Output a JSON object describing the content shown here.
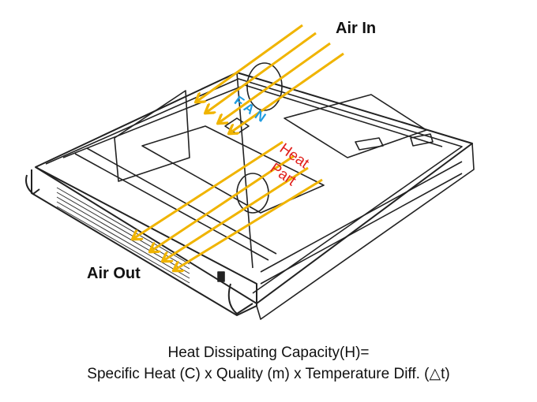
{
  "labels": {
    "air_in": "Air In",
    "air_out": "Air Out",
    "fan": "FAN",
    "heat": "Heat",
    "part": "Part"
  },
  "formula": {
    "line1": "Heat Dissipating Capacity(H)=",
    "line2": "Specific Heat (C) x Quality (m) x Temperature Diff. (△t)"
  },
  "colors": {
    "arrow": "#f0b400",
    "fan": "#1e9be0",
    "heat": "#e0201c"
  }
}
